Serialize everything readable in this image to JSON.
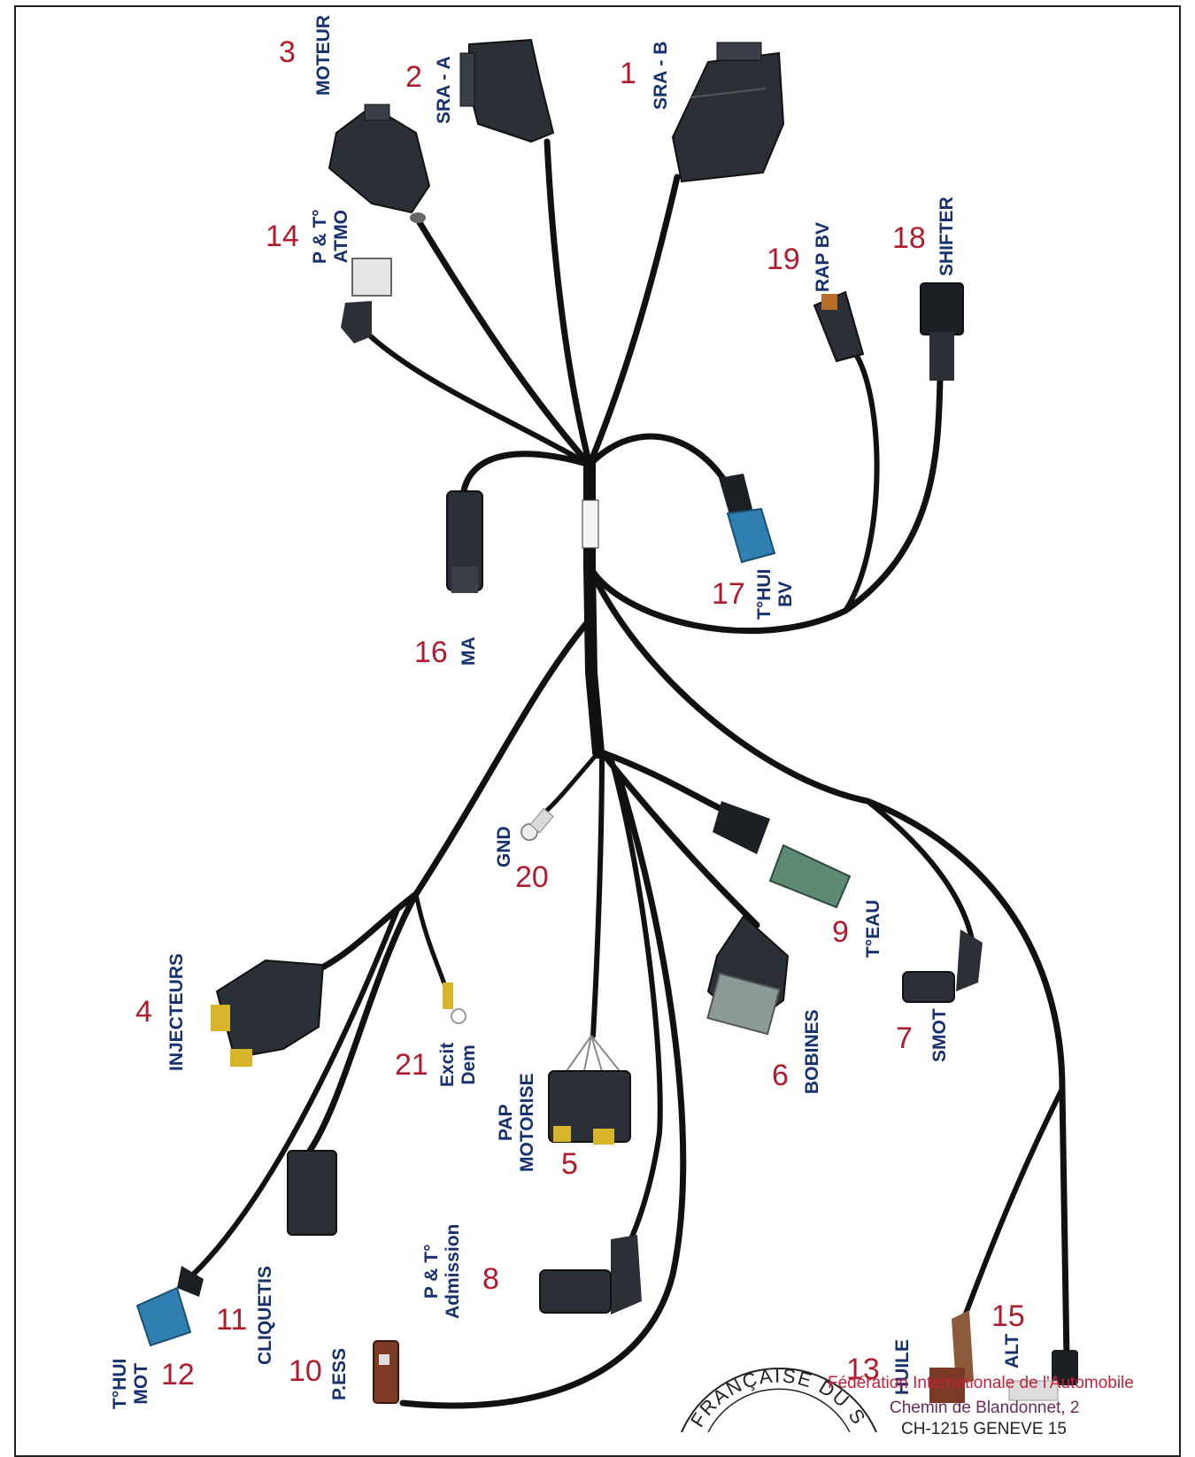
{
  "labels": {
    "c1": {
      "num": "1",
      "lines": [
        "SRA - B"
      ]
    },
    "c2": {
      "num": "2",
      "lines": [
        "SRA - A"
      ]
    },
    "c3": {
      "num": "3",
      "lines": [
        "MOTEUR"
      ]
    },
    "c4": {
      "num": "4",
      "lines": [
        "INJECTEURS"
      ]
    },
    "c5": {
      "num": "5",
      "lines": [
        "PAP",
        "MOTORISE"
      ]
    },
    "c6": {
      "num": "6",
      "lines": [
        "BOBINES"
      ]
    },
    "c7": {
      "num": "7",
      "lines": [
        "SMOT"
      ]
    },
    "c8": {
      "num": "8",
      "lines": [
        "P & T°",
        "Admission"
      ]
    },
    "c9": {
      "num": "9",
      "lines": [
        "T°EAU"
      ]
    },
    "c10": {
      "num": "10",
      "lines": [
        "P.ESS"
      ]
    },
    "c11": {
      "num": "11",
      "lines": [
        "CLIQUETIS"
      ]
    },
    "c12": {
      "num": "12",
      "lines": [
        "T°HUI",
        "MOT"
      ]
    },
    "c13": {
      "num": "13",
      "lines": [
        "HUILE"
      ]
    },
    "c14": {
      "num": "14",
      "lines": [
        "P & T°",
        "ATMO"
      ]
    },
    "c15": {
      "num": "15",
      "lines": [
        "ALT"
      ]
    },
    "c16": {
      "num": "16",
      "lines": [
        "MA"
      ]
    },
    "c17": {
      "num": "17",
      "lines": [
        "T°HUI",
        "BV"
      ]
    },
    "c18": {
      "num": "18",
      "lines": [
        "SHIFTER"
      ]
    },
    "c19": {
      "num": "19",
      "lines": [
        "RAP BV"
      ]
    },
    "c20": {
      "num": "20",
      "lines": [
        "GND"
      ]
    },
    "c21": {
      "num": "21",
      "lines": [
        "Excit",
        "Dem"
      ]
    }
  },
  "stamp": {
    "org": "Fédération Internationale de l'Automobile",
    "street": "Chemin de Blandonnet, 2",
    "city": "CH-1215 GENEVE 15",
    "seal": "FRANÇAISE DU SPORT"
  },
  "colors": {
    "number": "#b01c2e",
    "label": "#17306e",
    "cable": "#111111",
    "connector": "#2b2f36",
    "blue_plug": "#2f7fb0",
    "green_plug": "#5d8a72",
    "stamp": "#c8203a"
  }
}
